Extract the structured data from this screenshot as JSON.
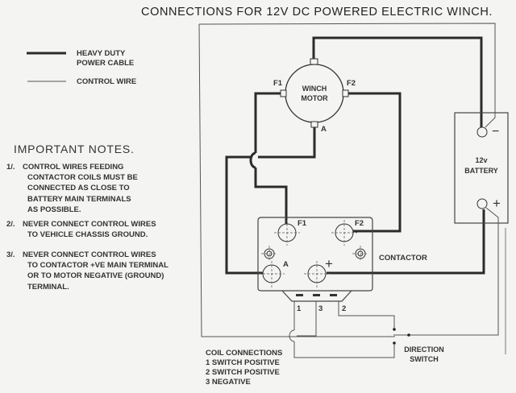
{
  "title": "CONNECTIONS FOR 12V DC POWERED ELECTRIC WINCH.",
  "legend": {
    "heavy": [
      "HEAVY DUTY",
      "POWER CABLE"
    ],
    "control": "CONTROL WIRE"
  },
  "notes": {
    "heading": "IMPORTANT NOTES.",
    "items": [
      {
        "num": "1/.",
        "lines": [
          "CONTROL WIRES FEEDING",
          "CONTACTOR COILS MUST BE",
          "CONNECTED AS CLOSE TO",
          "BATTERY MAIN TERMINALS",
          "AS POSSIBLE."
        ]
      },
      {
        "num": "2/.",
        "lines": [
          "NEVER CONNECT CONTROL WIRES",
          "TO VEHICLE CHASSIS GROUND."
        ]
      },
      {
        "num": "3/.",
        "lines": [
          "NEVER CONNECT CONTROL WIRES",
          "TO CONTACTOR +VE MAIN TERMINAL",
          "OR TO MOTOR NEGATIVE (GROUND)",
          "TERMINAL."
        ]
      }
    ]
  },
  "motor": {
    "label": [
      "WINCH",
      "MOTOR"
    ],
    "terminals": {
      "f1": "F1",
      "f2": "F2",
      "a": "A"
    }
  },
  "battery": {
    "label": [
      "12v",
      "BATTERY"
    ],
    "negative": "−",
    "positive": "+"
  },
  "contactor": {
    "label": "CONTACTOR",
    "terminals": {
      "f1": "F1",
      "f2": "F2",
      "a": "A",
      "plus": "+"
    },
    "coil_pins": [
      "1",
      "3",
      "2"
    ]
  },
  "switch": {
    "label": [
      "DIRECTION",
      "SWITCH"
    ]
  },
  "coil_connections": {
    "heading": "COIL CONNECTIONS",
    "items": [
      "1 SWITCH POSITIVE",
      "2 SWITCH POSITIVE",
      "3 NEGATIVE"
    ]
  }
}
